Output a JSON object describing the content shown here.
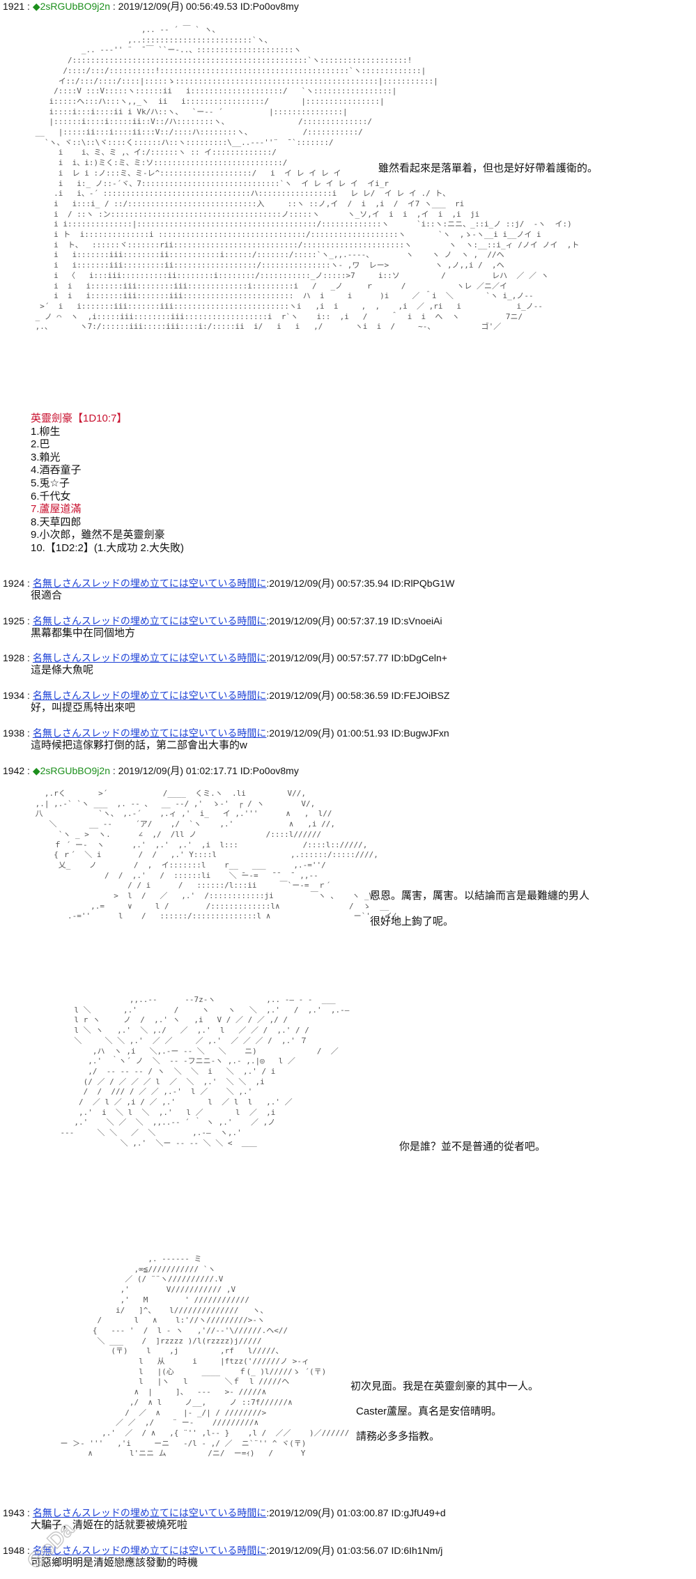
{
  "posts": [
    {
      "num": "1921",
      "sep": " : ",
      "trip": "◆2sRGUbBO9j2n",
      "meta": " : 2019/12/09(月) 00:56:49.53 ID:Po0ov8my"
    },
    {
      "num": "1924",
      "sep": " : ",
      "name": "名無しさんスレッドの埋め立てには空いている時間に",
      "meta": ":2019/12/09(月) 00:57:35.94 ID:RlPQbG1W",
      "body": "很適合"
    },
    {
      "num": "1925",
      "sep": " : ",
      "name": "名無しさんスレッドの埋め立てには空いている時間に",
      "meta": ":2019/12/09(月) 00:57:37.19 ID:sVnoeiAi",
      "body": "黒幕都集中在同個地方"
    },
    {
      "num": "1928",
      "sep": " : ",
      "name": "名無しさんスレッドの埋め立てには空いている時間に",
      "meta": ":2019/12/09(月) 00:57:57.77 ID:bDgCeln+",
      "body": "這是條大魚呢"
    },
    {
      "num": "1934",
      "sep": " : ",
      "name": "名無しさんスレッドの埋め立てには空いている時間に",
      "meta": ":2019/12/09(月) 00:58:36.59 ID:FEJOiBSZ",
      "body": "好，叫提亞馬特出來吧"
    },
    {
      "num": "1938",
      "sep": " : ",
      "name": "名無しさんスレッドの埋め立てには空いている時間に",
      "meta": ":2019/12/09(月) 01:00:51.93 ID:BugwJFxn",
      "body": "這時候把這傢夥打倒的話，第二部會出大事的w"
    },
    {
      "num": "1942",
      "sep": " : ",
      "trip": "◆2sRGUbBO9j2n",
      "meta": " : 2019/12/09(月) 01:02:17.71 ID:Po0ov8my"
    },
    {
      "num": "1943",
      "sep": " : ",
      "name": "名無しさんスレッドの埋め立てには空いている時間に",
      "meta": ":2019/12/09(月) 01:03:00.87 ID:gJfU49+d",
      "body": "大騙子，清姬在的話就要被燒死啦"
    },
    {
      "num": "1948",
      "sep": " : ",
      "name": "名無しさんスレッドの埋め立てには空いている時間に",
      "meta": ":2019/12/09(月) 01:03:56.07 ID:6Ih1Nm/j",
      "body": "可惡鄉明明是清姬戀應該發動的時機"
    }
  ],
  "captions": {
    "c1": "雖然看起來是落單着，但也是好好帶着護衛的。",
    "c2a": "恩恩。厲害，厲害。以結論而言是最難纏的男人",
    "c2b": "很好地上鉤了呢。",
    "c3": "你是誰？並不是普通的從者吧。",
    "c4a": "初次見面。我是在英靈劍豪的其中一人。",
    "c4b": "Caster蘆屋。真名是安倍晴明。",
    "c4c": "請務必多多指教。"
  },
  "list": {
    "header": "英靈劍豪【1D10:7】",
    "items": [
      "1.柳生",
      "2.巴",
      "3.賴光",
      "4.酒吞童子",
      "5.兎☆子",
      "6.千代女",
      "7.蘆屋道滿",
      "8.天草四郎",
      "9.小次郎，雖然不是英靈劍豪",
      "10.【1D2:2】(1.大成功  2.大失敗)"
    ],
    "highlight_index": 6
  },
  "ascii_art": {
    "aa1": "                        ,.. -‐ ´ ￣ ` ヽ、\n                     ,..::::::::::::::::::::::::`ヽ、\n           _.. -‐‐'' ¨  ̄ ￣ ``ー-..、:::::::::::::::::::::ヽ\n        /:::::::::::::::::::::::::::::::::::::::::::::::::::`ヽ:::::::::::::::::::!\n       /::::/:::/::::::::::!:::::::::::::::::::::::::::::::::::::::::`ヽ:::::::::::::|\n      イ::/:::/::::/::::|:::::ゝ::::::::::::::::::::::::::::::::::::::::::::|:::::::::::|\n     /::::V :::V:::::ヽ::::::ii   i::::::::::::::::::::/   `ヽ:::::::::::::::::|\n    i:::::へ:::ハ:::ヽ,,_ヽ  ii   i:::::::::::::::::/       |::::::::::::::::|\n    i::::i:::i::::ii i Vk/ハ::ヽ、  `ー-‐ ´          |:::::::::::::::|\n    |::::::i::::i:::::ii::V::/ハ::::::::ヽ、               /::::::::::::::/\n __   |:::::ii:::i::::ii:::V::/::::ハ::::::::ヽ、           /:::::::::::/\n   `ヽ、ヾ::\\::\\ヾ::::く::::::ハ::ヽ:::::::::\\__..-‐‐''¨  ̄ `:::::::/\n      i    i、ミ、ミ ,、イ:/::::::ヽ :: イ:::::::::::::/\n      i  i、i:)ミく:ミ、ミ:ソ::::::::::::::::::::::::::::/\n      i  レ i :ノ:::ミ、ミ-レ^::::::::::::::::::::/   i  イ レ イ レ イ\n      i   i:_ ノ::‐´ヾ、7::::::::::::::::::::::::::::::`ヽ  イ レ イ レ イ  イi_r\n     .i   i、-´ ::::::::::::::::::::::::::::::::ハ::::::::::::::::i   レ レ/  イ レ イ ./ ト、\n     i   i:::i_ / ::/::::::::::::::::::::::::::::入     ::ヽ ::ノ,イ  /  i  ,i  /  イ7 ヽ___  ri\n     i  / ::ヽ :ン:::::::::::::::::::::::::::::::::::::ノ:::::ヽ      ヽ_ソ,イ  i  i  ,イ  i  ,i  ji\n     i i::::::::::::::|:::::::::::::::::::::::::::::::::::::::/:::::::::::::ヽ      `i::ヽ:ニニ、_::i_ノ ::j/  -ヽ  イ:)\n     i ト  i::::::::::::::i ::::::::::::::::::::::::::::::::/:::::::::::::::::::ヽ       `ヽ  ,ゝ-ヽ__i i__ノイ i\n     i  ト、  ::::::ヾ:::::::rii:::::::::::::::::::::::::::/::::::::::::::::::::::ヽ        ヽ  ヽ:__::i_ィ /ノイ ノイ  ,ト\n     i   i:::::::iii::::::::ii:::::::::::i::::::/:::::::/:::::`ヽ_,,.-‐‐-、       ヽ    ヽ ノ  ヽ ,  //ヘ\n     i   i:::::::iii:::::::::ii::::::::::::::::::/:::::::::::::::ヽ- ,ワ  レー>          ヽ ,ノ,,i /  ,ヘ\n     i  〈   i:::iii::::::::::ii::::::::i::::::::/:::::::::::_ノ:::::>7     i::ソ         /          レハ  ／ ／ ヽ\n     i  i   i:::::::iii::::::::iii:::::::::::::i:::::::::i   /   _ノ     ｒ      /           ヽレ ／ニ／イ\n     i  i   i:::::::iii:::::::iii::::::::::::::::::::::::  ハ  i     i      )i     ／ ＾i  ＼       `ヽ i_,ノ‐‐\n  >´  i   i:::::::iii:::::::iii:::::::::::::::::::::::::ヽi   ,i  i     ,  ,    ,i  ／ ,ri   i            i_ノ‐‐\n _ ノ ⌒  ヽ  ,i:::::iii::::::::iii::::::::::::::::::i  r`ヽ    i::  ,i   /     ＾  i  i  へ  ヽ          7ニ/\n ,.、      ヽ7:/::::::iii:::::iii::::i:/:::::ii  i/   i   i   ,/       ヽi  i  /     ~-、          ゴ'／",
    "aa2": "   ,.rく       >´            /____  くミ.ヽ  .li         V//,\n ,.| ,.‐` `ヽ ___  ,. -‐ 、  __ -‐/ ,'  ゝ-'  ┌ / ヽ        V/,\n 八            `ヽ、 ,.‐´    ,.ィ ,'  i_   イ ,.'''      ∧   ,  l//\n    ＼       __ -‐     ´ア/    ,/  `ヽ    ,.'            ∧   ,i //,\n      `ヽ _ >  ヽ.      ∠  ,/  /ll ノ               /::::l//////\n     ｆ ´ ー-  ヽ      ,.'  ,.'  ,.'  ,i  l:::              /::::l:://///,\n     { ｒ´  ＼ i        /  /   ,.' Y::::l                ,.::::::/:::::////,\n      乂_    ノ        /  ,  イ:::::::l    r__   ___      ,.-=''/\n                /  /  ,.'   /  ::::::li    ＼ ̄ー-=   ̄ ̄   ̄  ,,-‐\n                     / / i      /   ::::::/l:::ii     ￣`ー-=  ｒ´\n                  >  l  /   ／   ,.'  /::::::::::::ji        ￣ヽ 、   ヽ _V\n             ,.=     ∨     l /        /:::::::::::::l∧               /  ゝ  __\n        .-=''      l    /   ::::::/::::::::::::::l ∧                  ー`'  ,イ/",
    "aa3": "                   ,,..-‐      ‐‐7z‐ヽ           ,.. ‐― ‐ ‐  ___\n       l ＼       ,.'        /     ヽ    ヽ   ＼  ,.'   /  ,.'  ,.-―\n       l r ヽ     ノ  /  ,.' ヽ   ,i   V / ／ / ／ ,/ /\n       l ＼ ヽ   ,.'  ＼ ,./   ／  ,.'  l   ／ ／ /  ,.' / /\n       ＼     ＼ ＼ ,.'  ／ ／     ／ ,.'  ／ ／ ／ /  ,.' ７\n           ,ハ  ヽ ,i   ＼,.‐ー ‐‐ ＼   ＼    ニ)             /  ／\n          ,.'  ｀ヽ´ ノ  ＼  ‐‐ ‐フニニ‐ヽ ,.- ,.|◎   l ／\n          ,/  ‐‐ ‐‐ ‐‐ / ヽ  ＼  ＼  i   ＼  ,.' / i\n         (/ ／ / ／ ／ ／ l  ／  ＼  ,.'  ＼ ＼  ,i\n         /  /  /// / ／ ／ ,.-'  l ／    ＼ ,.'\n        /  ／ l ／ ,i / ／ ,.'       l  ／ l  l   ,.' ／\n        ,.'  i  ＼ l  ＼  ,.'   l ／       l  ／  ,i\n       ,.'    ＼ ／  ＼  ,,..-‐ ´ ｀ ヽ ,.'    ／ ,ノ\n    ‐‐‐     ＼ ＼   ／  ＼        ,.-―  ヽ,.'\n                 ＼ ,.'  ＼ー ‐‐ ‐‐ ＼ ＼ <  ＿＿",
    "aa4": "                       ,. ------ ミ\n                    ,∞≦/////////// `ヽ\n                  ／ (/ ¨¨ヽ//////////.V\n                 ,'        V/////////// ,V\n                 ,'   M        ' ////////////\n                i/   ]^、   l//////////////   ヽ、\n            /       l   ∧    l:'//ヽ/////////>-ヽ\n           {   ‐-‐ '  /  l ‐ ヽ   ,'//‐‐'\\//////.ヘ<//\n            ＼ ___    /  ]rzzzz )/l(rzzzz)j/////\n               (〒)    l    ,j         ,rf   l/////、\n                     l   从      i     |ftzz('//////ノ >‐ィ\n                     l   |(心      ____    ｆ(_ )l/////ゝ ´(〒)\n                     l   |ヽ   l        ＼ｆ  l /////ヘ\n                    ∧  |     ]、  ‐‐‐   >- /////∧\n                   ,/  ∧ l     ノ__,     ノ ::7f//////∧\n                  /  ／  ∧     |‐ _/| / ////////>\n                ／ ／  ,/    ¨ ー-    /////////∧\n             ,.'  ／  / ∧   ,{ ¨'' ,l-‐ }    ,l /  ／／    )／//////\n    ー ＞‐ '''   ,'i     ーニ   ‐/l ‐ ,/ ／  ニ`¨'' ^ ヾ(〒)\n          ∧        l'ニニ ム         /ニ/  ー=ｨ)   /      Y"
  },
  "watermark_text": "GoDa"
}
